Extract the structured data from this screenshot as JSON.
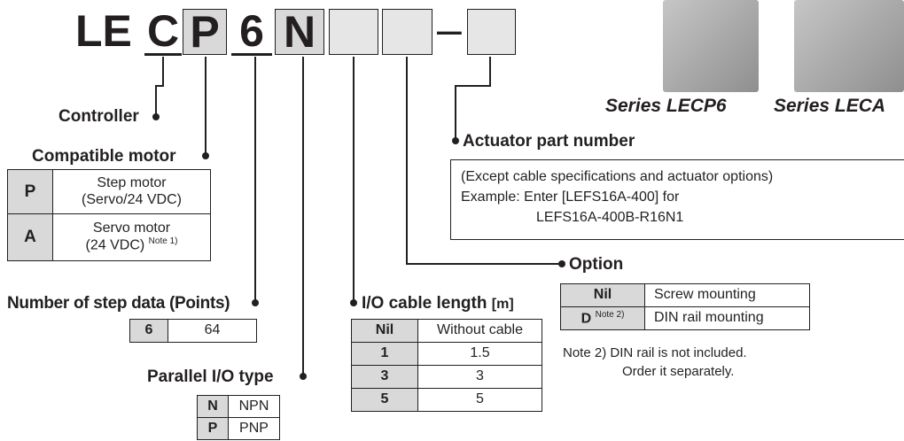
{
  "code": {
    "prefix": "LE",
    "controller": "C",
    "motor": "P",
    "step_data": "6",
    "io_type": "N",
    "dash": "–"
  },
  "controller_label": "Controller",
  "compatible_motor": {
    "title": "Compatible motor",
    "rows": [
      {
        "key": "P",
        "line1": "Step motor",
        "line2": "(Servo/24 VDC)",
        "note": ""
      },
      {
        "key": "A",
        "line1": "Servo motor",
        "line2": "(24 VDC)",
        "note": "Note 1)"
      }
    ]
  },
  "step_data": {
    "title": "Number of step data (Points)",
    "rows": [
      {
        "key": "6",
        "value": "64"
      }
    ]
  },
  "parallel_io": {
    "title": "Parallel I/O type",
    "rows": [
      {
        "key": "N",
        "value": "NPN"
      },
      {
        "key": "P",
        "value": "PNP"
      }
    ]
  },
  "io_cable": {
    "title": "I/O cable length",
    "unit": "[m]",
    "rows": [
      {
        "key": "Nil",
        "value": "Without cable"
      },
      {
        "key": "1",
        "value": "1.5"
      },
      {
        "key": "3",
        "value": "3"
      },
      {
        "key": "5",
        "value": "5"
      }
    ]
  },
  "option": {
    "title": "Option",
    "rows": [
      {
        "key": "Nil",
        "note": "",
        "value": "Screw mounting"
      },
      {
        "key": "D",
        "note": "Note 2)",
        "value": "DIN rail mounting"
      }
    ],
    "note_line1": "Note 2) DIN rail is not included.",
    "note_line2": "Order it separately."
  },
  "actuator": {
    "title": "Actuator part number",
    "line1": "(Except cable specifications and actuator options)",
    "line2": "Example: Enter [LEFS16A-400] for",
    "line3": "LEFS16A-400B-R16N1"
  },
  "series": {
    "left": "Series LECP6",
    "right": "Series LECA"
  }
}
